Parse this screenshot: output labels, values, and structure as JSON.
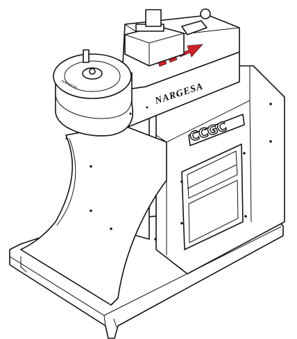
{
  "machine": {
    "brand_label": "NARGESA",
    "logo_label": "CCGC",
    "dial_label": "NARGESA"
  },
  "colors": {
    "outline": "#111111",
    "background": "#ffffff",
    "arrow_red": "#d0202a"
  },
  "icons": {
    "direction_arrow": "arrow-right-icon"
  }
}
